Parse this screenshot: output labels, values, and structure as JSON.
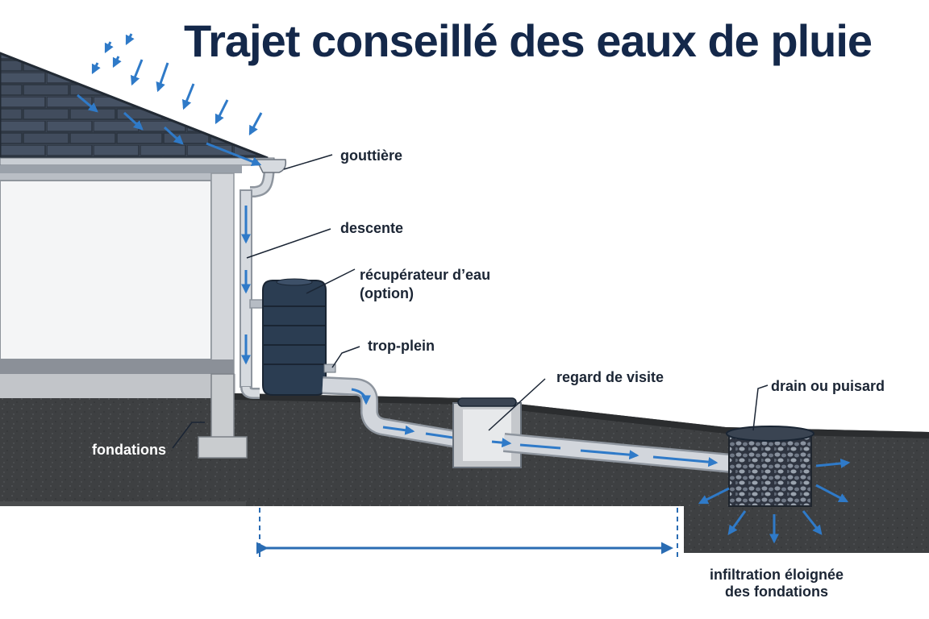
{
  "title": "Trajet conseillé des eaux de pluie",
  "labels": {
    "gutter": "gouttière",
    "downspout": "descente",
    "collector_line1": "récupérateur d’eau",
    "collector_line2": "(option)",
    "overflow": "trop-plein",
    "inspection": "regard de visite",
    "drain": "drain ou puisard",
    "foundations": "fondations",
    "infiltration_line1": "infiltration éloignée",
    "infiltration_line2": "des fondations"
  },
  "colors": {
    "title": "#14284a",
    "water_arrow": "#2f7ac8",
    "dimension_line": "#2a6cb3",
    "roof": "#3a4452",
    "soil": "#3e4042",
    "text": "#1b2534"
  }
}
